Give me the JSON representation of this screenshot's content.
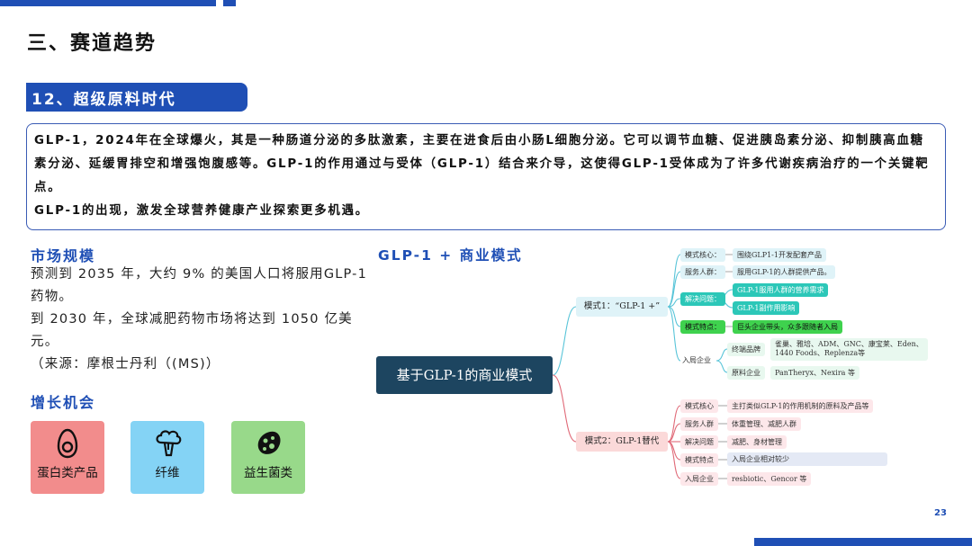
{
  "header": {
    "title": "三、赛道趋势"
  },
  "section": {
    "label": "12、超级原料时代"
  },
  "intro": {
    "line1": "GLP-1，2024年在全球爆火，其是一种肠道分泌的多肽激素，主要在进食后由小肠L细胞分泌。它可以调节血糖、促进胰岛素分泌、抑制胰高血糖素分泌、延缓胃排空和增强饱腹感等。GLP-1的作用通过与受体（GLP-1）结合来介导，这使得GLP-1受体成为了许多代谢疾病治疗的一个关键靶点。",
    "line2": "GLP-1的出现，激发全球营养健康产业探索更多机遇。"
  },
  "market": {
    "title": "市场规模",
    "p1": "预测到 2035 年，大约 9% 的美国人口将服用GLP-1 药物。",
    "p2": "到 2030 年，全球减肥药物市场将达到 1050 亿美元。",
    "source": "（来源：摩根士丹利（(MS)）"
  },
  "growth": {
    "title": "增长机会",
    "cards": [
      {
        "label": "蛋白类产品",
        "icon": "avocado-icon"
      },
      {
        "label": "纤维",
        "icon": "broccoli-icon"
      },
      {
        "label": "益生菌类",
        "icon": "bacteria-icon"
      }
    ]
  },
  "model": {
    "title": "GLP-1 + 商业模式",
    "root": "基于GLP-1的商业模式",
    "m1": {
      "label": "模式1：“GLP-1 +”",
      "core_k": "模式核心：",
      "core_v": "围绕GLP1-1开发配套产品",
      "service_k": "服务人群：",
      "service_v": "服用GLP-1的人群提供产品。",
      "solve_k": "解决问题：",
      "solve_v1": "GLP-1服用人群的营养需求",
      "solve_v2": "GLP-1副作用影响",
      "feature_k": "模式特点：",
      "feature_v": "巨头企业带头，众多跟随者入局",
      "enter_k": "入局企业",
      "brand_k": "终端品牌",
      "brand_v1": "雀巢、雅培、ADM、GNC、康宝莱、Eden、",
      "brand_v2": "1440 Foods、Replenza等",
      "raw_k": "原料企业",
      "raw_v": "PanTheryx、Nexira 等"
    },
    "m2": {
      "label": "模式2：GLP-1替代",
      "core_k": "模式核心",
      "core_v": "主打类似GLP-1的作用机制的原料及产品等",
      "service_k": "服务人群",
      "service_v": "体重管理、减肥人群",
      "solve_k": "解决问题",
      "solve_v": "减肥、身材管理",
      "feature_k": "模式特点",
      "feature_v": "入局企业相对较少",
      "enter_k": "入局企业",
      "enter_v": "resbiotic、Gencor 等"
    }
  },
  "footer": {
    "page": "23"
  }
}
